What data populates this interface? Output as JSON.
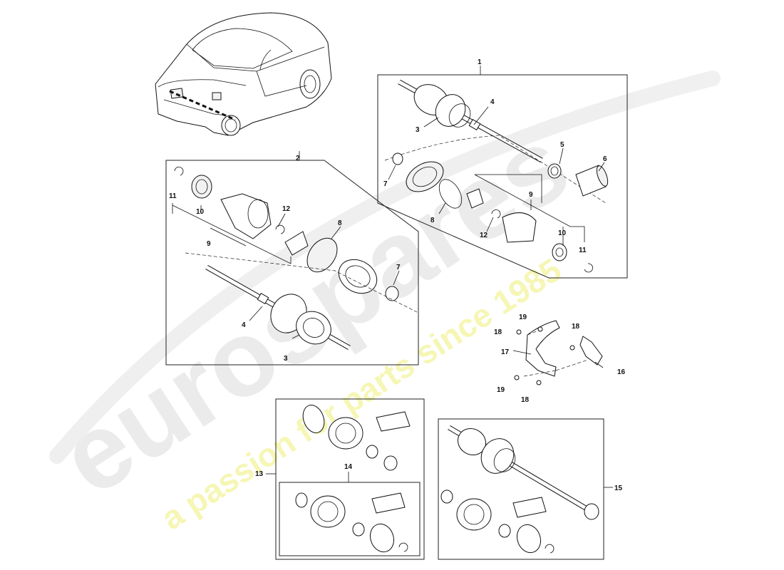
{
  "watermark": {
    "brand": "eurospares",
    "tagline": "a passion for parts since 1985",
    "brand_color": "#d8d8d8",
    "tagline_color": "#eeee66"
  },
  "callouts": {
    "c1": "1",
    "c2": "2",
    "g1": {
      "n3": "3",
      "n4": "4",
      "n5": "5",
      "n6": "6",
      "n7": "7",
      "n8": "8",
      "n9": "9",
      "n10": "10",
      "n11": "11",
      "n12": "12"
    },
    "g2": {
      "n3": "3",
      "n4": "4",
      "n7": "7",
      "n8": "8",
      "n9": "9",
      "n10": "10",
      "n11": "11",
      "n12": "12"
    },
    "bracket": {
      "n16": "16",
      "n17": "17",
      "n18a": "18",
      "n18b": "18",
      "n18c": "18",
      "n19a": "19",
      "n19b": "19"
    },
    "c13": "13",
    "c14": "14",
    "c15": "15"
  }
}
